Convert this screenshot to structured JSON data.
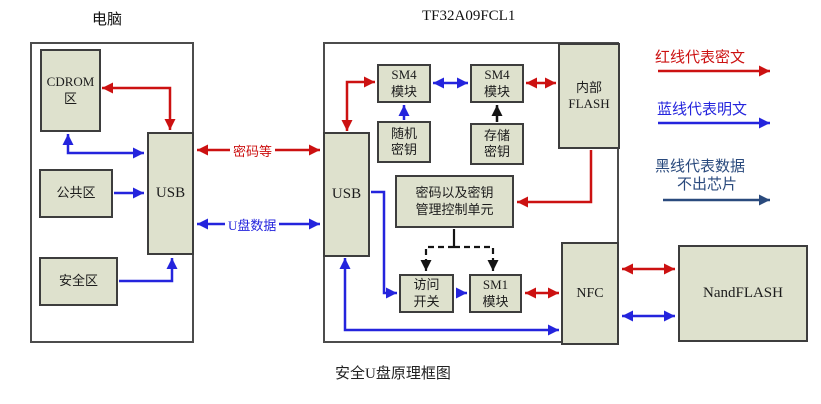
{
  "titles": {
    "computer": "电脑",
    "chip": "TF32A09FCL1",
    "caption": "安全U盘原理框图"
  },
  "nodes": {
    "cdrom": {
      "line1": "CDROM",
      "line2": "区"
    },
    "public_area": {
      "label": "公共区"
    },
    "secure_area": {
      "label": "安全区"
    },
    "usb_host": {
      "label": "USB"
    },
    "usb_chip": {
      "label": "USB"
    },
    "sm4_left": {
      "line1": "SM4",
      "line2": "模块"
    },
    "sm4_right": {
      "line1": "SM4",
      "line2": "模块"
    },
    "random_key": {
      "line1": "随机",
      "line2": "密钥"
    },
    "stored_key": {
      "line1": "存储",
      "line2": "密钥"
    },
    "ctrl_unit": {
      "line1": "密码以及密钥",
      "line2": "管理控制单元"
    },
    "access_switch": {
      "line1": "访问",
      "line2": "开关"
    },
    "sm1": {
      "line1": "SM1",
      "line2": "模块"
    },
    "internal_flash": {
      "line1": "内部",
      "line2": "FLASH"
    },
    "nfc": {
      "label": "NFC"
    },
    "nandflash": {
      "label": "NandFLASH"
    }
  },
  "edge_labels": {
    "password": "密码等",
    "udisk_data": "U盘数据"
  },
  "legend": {
    "red": "红线代表密文",
    "blue": "蓝线代表明文",
    "navy_line1": "黑线代表数据",
    "navy_line2": "不出芯片"
  },
  "colors": {
    "red": "#cc1111",
    "blue": "#2424dd",
    "navy": "#2a4a7d",
    "black": "#141414",
    "box_fill": "#dee1cd",
    "box_border": "#3d3d3d"
  }
}
